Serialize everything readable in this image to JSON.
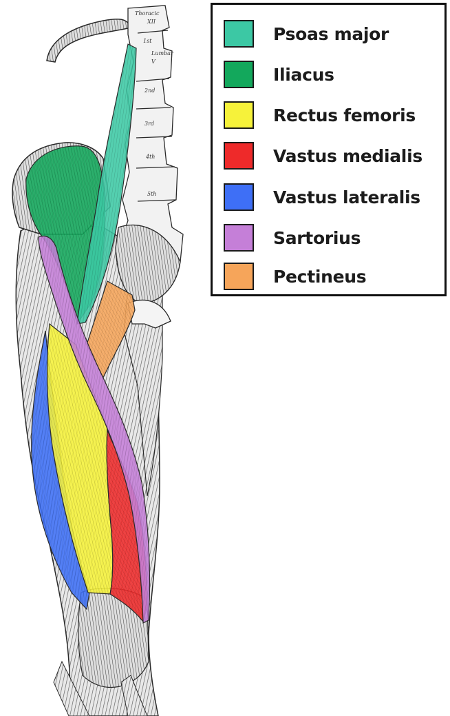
{
  "figure": {
    "vertebra_labels": [
      "Thoracic",
      "XII",
      "1st",
      "Lumbar",
      "V",
      "2nd",
      "3rd",
      "4th",
      "5th"
    ]
  },
  "legend": {
    "items": [
      {
        "key": "psoas-major",
        "label": "Psoas major",
        "color": "#3cc8a4"
      },
      {
        "key": "iliacus",
        "label": "Iliacus",
        "color": "#13a85c"
      },
      {
        "key": "rectus-femoris",
        "label": "Rectus femoris",
        "color": "#f6f23a"
      },
      {
        "key": "vastus-medialis",
        "label": "Vastus medialis",
        "color": "#ee2a2a"
      },
      {
        "key": "vastus-lateralis",
        "label": "Vastus lateralis",
        "color": "#3e6ff6"
      },
      {
        "key": "sartorius",
        "label": "Sartorius",
        "color": "#c57fd8"
      },
      {
        "key": "pectineus",
        "label": "Pectineus",
        "color": "#f6a55a"
      }
    ]
  }
}
